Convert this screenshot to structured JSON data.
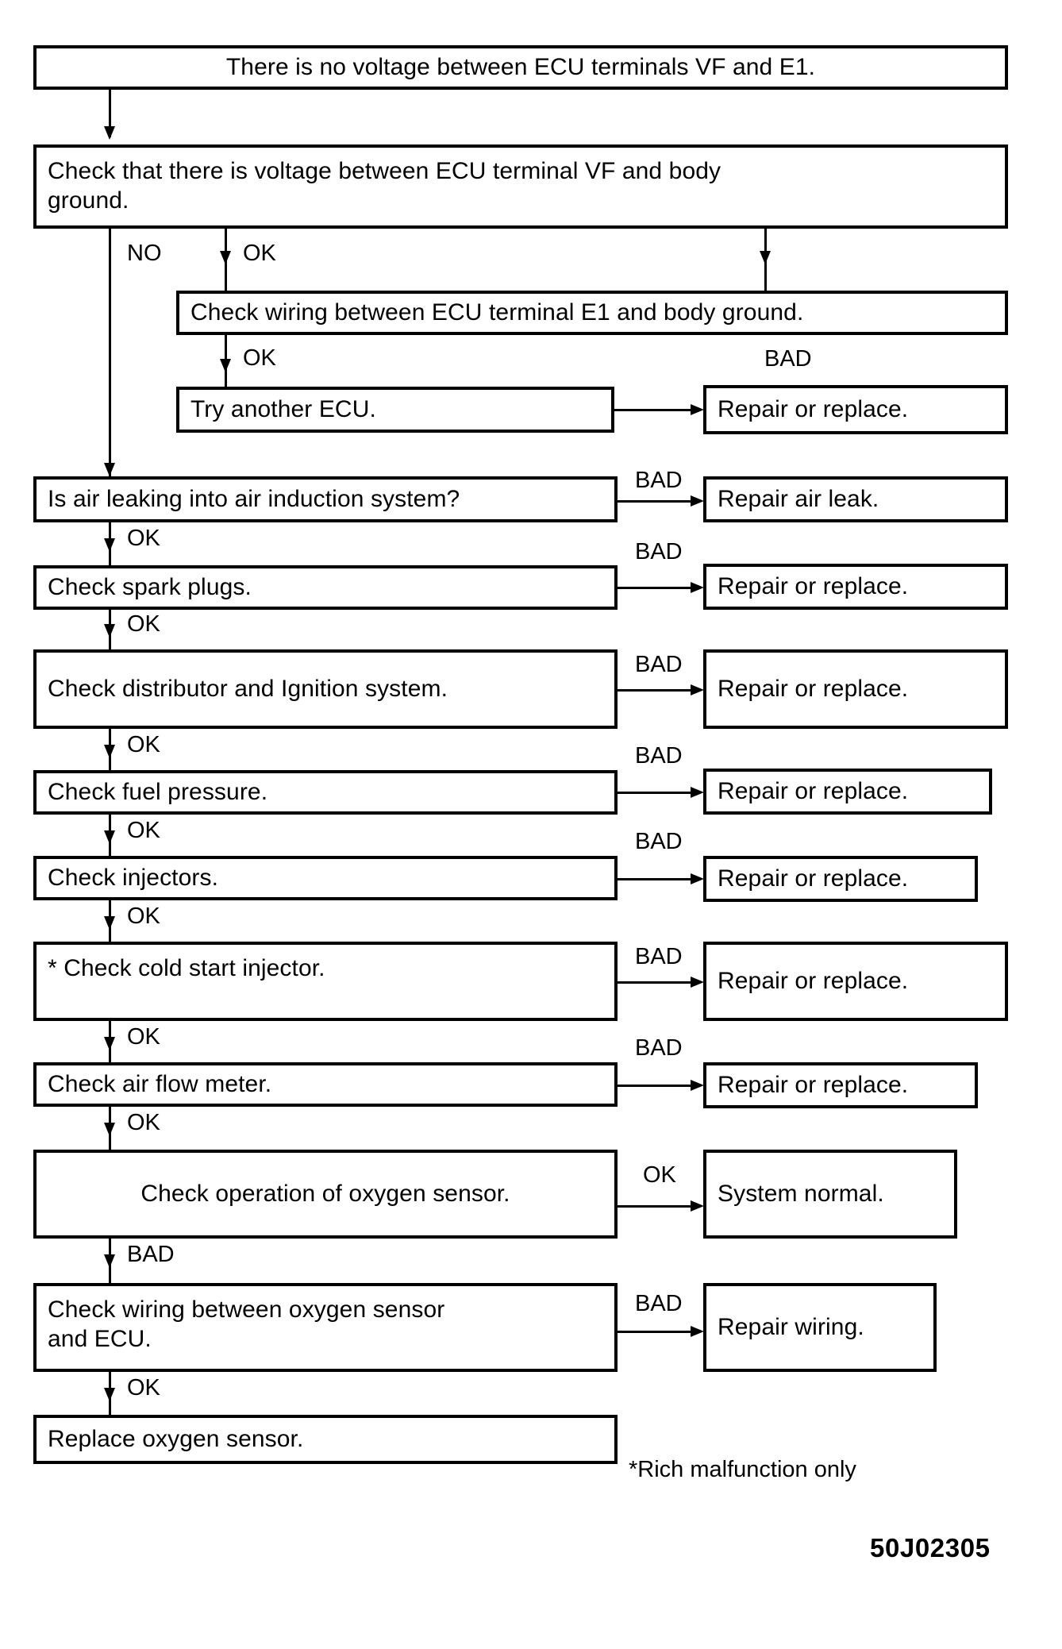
{
  "chart_data": {
    "type": "diagram",
    "title": "Oxygen sensor / ECU VF terminal troubleshooting flowchart",
    "diagram_kind": "troubleshooting-flowchart",
    "reference_code": "50J02305",
    "footnote": "*Rich malfunction only",
    "nodes": [
      {
        "id": "n1",
        "text": "There is no voltage between ECU terminals VF and E1."
      },
      {
        "id": "n2",
        "text": "Check that there is voltage between ECU terminal VF and body ground."
      },
      {
        "id": "n3",
        "text": "Check wiring between ECU terminal E1 and body ground."
      },
      {
        "id": "n4",
        "text": "Try another ECU."
      },
      {
        "id": "n5",
        "text": "Repair or replace."
      },
      {
        "id": "n6",
        "text": "Is air leaking into air induction system?"
      },
      {
        "id": "n7",
        "text": "Repair air leak."
      },
      {
        "id": "n8",
        "text": "Check spark plugs."
      },
      {
        "id": "n9",
        "text": "Repair or replace."
      },
      {
        "id": "n10",
        "text": "Check distributor and Ignition system."
      },
      {
        "id": "n11",
        "text": "Repair or replace."
      },
      {
        "id": "n12",
        "text": "Check fuel pressure."
      },
      {
        "id": "n13",
        "text": "Repair or replace."
      },
      {
        "id": "n14",
        "text": "Check injectors."
      },
      {
        "id": "n15",
        "text": "Repair or replace."
      },
      {
        "id": "n16",
        "text": "* Check cold start injector."
      },
      {
        "id": "n17",
        "text": "Repair or replace."
      },
      {
        "id": "n18",
        "text": "Check air flow meter."
      },
      {
        "id": "n19",
        "text": "Repair or replace."
      },
      {
        "id": "n20",
        "text": "Check operation of oxygen sensor."
      },
      {
        "id": "n21",
        "text": "System normal."
      },
      {
        "id": "n22",
        "text": "Check wiring between oxygen sensor and ECU."
      },
      {
        "id": "n23",
        "text": "Repair wiring."
      },
      {
        "id": "n24",
        "text": "Replace oxygen sensor."
      }
    ],
    "edges": [
      {
        "from": "n1",
        "to": "n2",
        "label": ""
      },
      {
        "from": "n2",
        "to": "n6",
        "label": "NO"
      },
      {
        "from": "n2",
        "to": "n3",
        "label": "OK"
      },
      {
        "from": "n3",
        "to": "n4",
        "label": "OK"
      },
      {
        "from": "n3",
        "to": "n5",
        "label": "BAD"
      },
      {
        "from": "n4",
        "to": "n5",
        "label": ""
      },
      {
        "from": "n6",
        "to": "n7",
        "label": "BAD"
      },
      {
        "from": "n6",
        "to": "n8",
        "label": "OK"
      },
      {
        "from": "n8",
        "to": "n9",
        "label": "BAD"
      },
      {
        "from": "n8",
        "to": "n10",
        "label": "OK"
      },
      {
        "from": "n10",
        "to": "n11",
        "label": "BAD"
      },
      {
        "from": "n10",
        "to": "n12",
        "label": "OK"
      },
      {
        "from": "n12",
        "to": "n13",
        "label": "BAD"
      },
      {
        "from": "n12",
        "to": "n14",
        "label": "OK"
      },
      {
        "from": "n14",
        "to": "n15",
        "label": "BAD"
      },
      {
        "from": "n14",
        "to": "n16",
        "label": "OK"
      },
      {
        "from": "n16",
        "to": "n17",
        "label": "BAD"
      },
      {
        "from": "n16",
        "to": "n18",
        "label": "OK"
      },
      {
        "from": "n18",
        "to": "n19",
        "label": "BAD"
      },
      {
        "from": "n18",
        "to": "n20",
        "label": "OK"
      },
      {
        "from": "n20",
        "to": "n21",
        "label": "OK"
      },
      {
        "from": "n20",
        "to": "n22",
        "label": "BAD"
      },
      {
        "from": "n22",
        "to": "n23",
        "label": "BAD"
      },
      {
        "from": "n22",
        "to": "n24",
        "label": "OK"
      }
    ]
  },
  "boxes": {
    "no_voltage": "There is no voltage between ECU terminals VF and E1.",
    "check_voltage_vf": "Check that there is voltage between ECU terminal VF and body\nground.",
    "check_wiring_e1": "Check wiring between ECU terminal E1 and body ground.",
    "try_another_ecu": "Try another ECU.",
    "repair_or_replace_1": "Repair or replace.",
    "air_leak_question": "Is air leaking into air induction system?",
    "repair_air_leak": "Repair air leak.",
    "check_spark_plugs": "Check spark plugs.",
    "repair_or_replace_2": "Repair or replace.",
    "check_distributor": "Check distributor and Ignition system.",
    "repair_or_replace_3": "Repair or replace.",
    "check_fuel_pressure": "Check fuel pressure.",
    "repair_or_replace_4": "Repair or replace.",
    "check_injectors": "Check injectors.",
    "repair_or_replace_5": "Repair or replace.",
    "check_cold_start": "* Check cold start injector.",
    "repair_or_replace_6": "Repair or replace.",
    "check_air_flow_meter": "Check air flow meter.",
    "repair_or_replace_7": "Repair or replace.",
    "check_oxygen_sensor": "Check operation of oxygen sensor.",
    "system_normal": "System normal.",
    "check_o2_wiring": "Check wiring between oxygen sensor\nand ECU.",
    "repair_wiring": "Repair wiring.",
    "replace_oxygen_sensor": "Replace oxygen sensor."
  },
  "labels": {
    "no_1": "NO",
    "ok_1": "OK",
    "ok_2": "OK",
    "bad_1": "BAD",
    "bad_2": "BAD",
    "ok_3": "OK",
    "bad_3": "BAD",
    "ok_4": "OK",
    "bad_4": "BAD",
    "ok_5": "OK",
    "bad_5": "BAD",
    "ok_6": "OK",
    "bad_6": "BAD",
    "ok_7": "OK",
    "bad_7": "BAD",
    "ok_8": "OK",
    "bad_8": "BAD",
    "ok_9": "OK",
    "ok_10": "OK",
    "bad_9": "BAD",
    "bad_10": "BAD",
    "ok_11": "OK"
  },
  "footnote": "*Rich malfunction only",
  "reference_code": "50J02305",
  "colors": {
    "ink": "#000000",
    "paper": "#ffffff"
  }
}
